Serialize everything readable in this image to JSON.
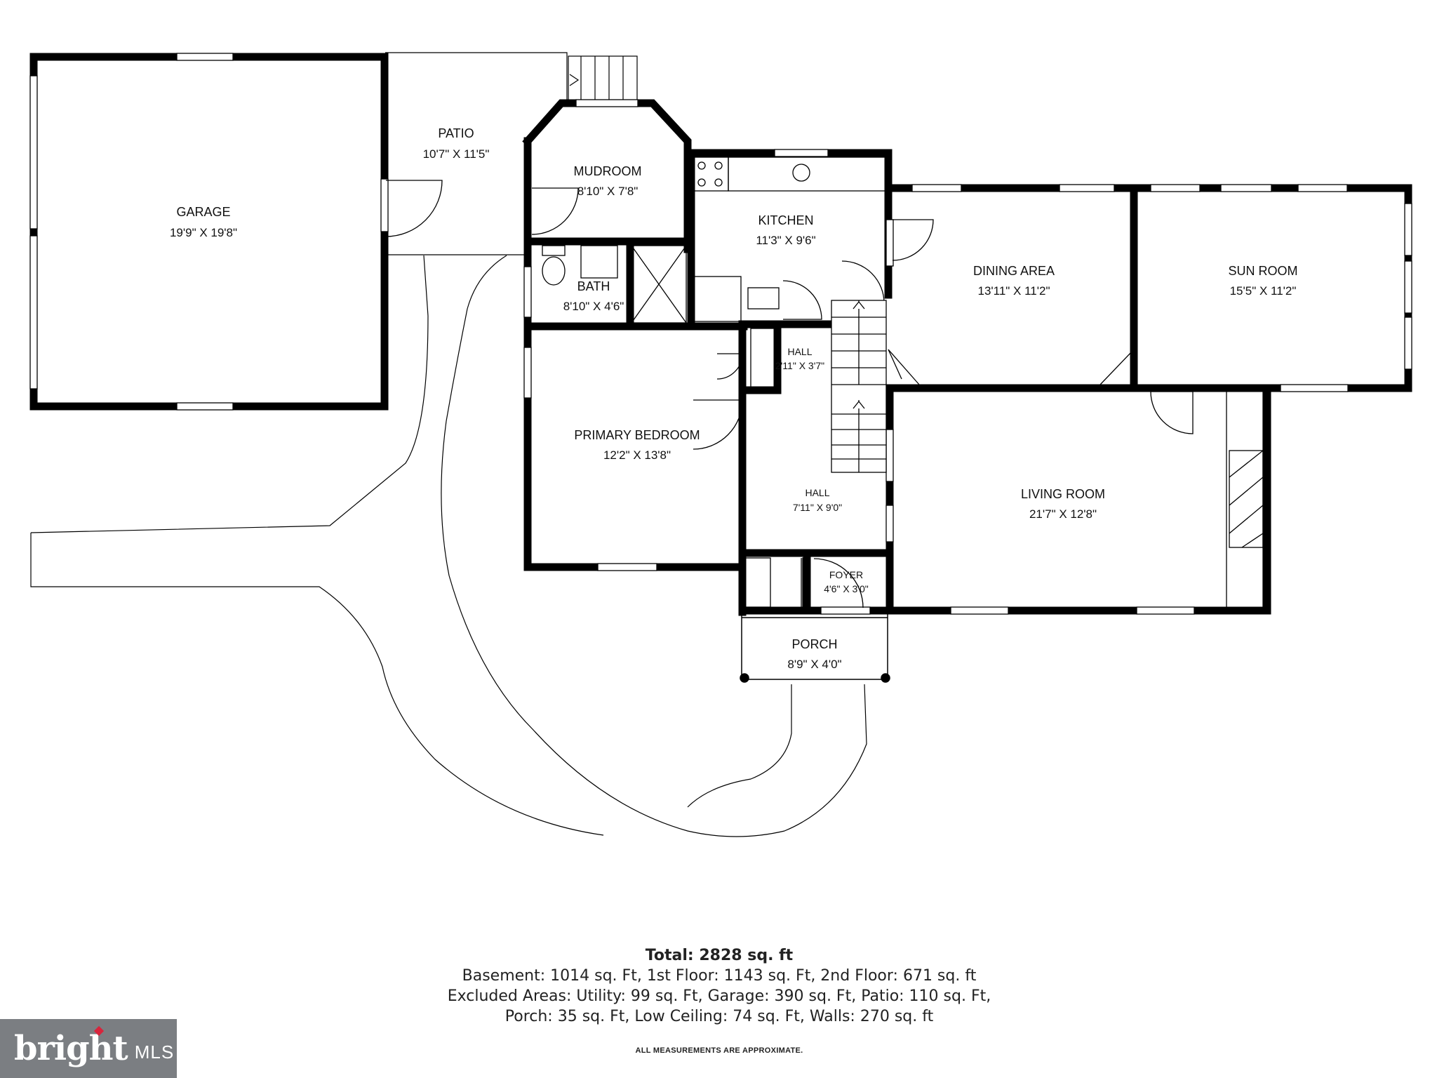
{
  "rooms": {
    "garage": {
      "name": "GARAGE",
      "dims": "19'9\" X 19'8\""
    },
    "patio": {
      "name": "PATIO",
      "dims": "10'7\" X 11'5\""
    },
    "mudroom": {
      "name": "MUDROOM",
      "dims": "8'10\" X 7'8\""
    },
    "kitchen": {
      "name": "KITCHEN",
      "dims": "11'3\" X 9'6\""
    },
    "dining": {
      "name": "DINING AREA",
      "dims": "13'11\" X 11'2\""
    },
    "sunroom": {
      "name": "SUN ROOM",
      "dims": "15'5\" X 11'2\""
    },
    "bath": {
      "name": "BATH",
      "dims": "8'10\" X 4'6\""
    },
    "hall_small": {
      "name": "HALL",
      "dims": "2'11\" X 3'7\""
    },
    "primary": {
      "name": "PRIMARY BEDROOM",
      "dims": "12'2\" X 13'8\""
    },
    "hall": {
      "name": "HALL",
      "dims": "7'11\" X 9'0\""
    },
    "living": {
      "name": "LIVING ROOM",
      "dims": "21'7\" X 12'8\""
    },
    "foyer": {
      "name": "FOYER",
      "dims": "4'6\" X 3'0\""
    },
    "porch": {
      "name": "PORCH",
      "dims": "8'9\" X 4'0\""
    }
  },
  "summary": {
    "total": "Total: 2828 sq. ft",
    "line1": "Basement: 1014 sq. Ft, 1st Floor: 1143 sq. Ft, 2nd Floor: 671 sq. ft",
    "line2": "Excluded Areas: Utility: 99 sq. Ft, Garage: 390 sq. Ft, Patio: 110 sq. Ft,",
    "line3": "Porch: 35 sq. Ft, Low Ceiling: 74 sq. Ft, Walls: 270 sq. ft",
    "note": "ALL MEASUREMENTS ARE APPROXIMATE."
  },
  "logo": {
    "word": "bright",
    "suffix": "MLS"
  },
  "colors": {
    "wall": "#000000",
    "window": "#ffffff",
    "background": "#ffffff",
    "logo_bg": "#7b7e82",
    "logo_accent": "#d8243c"
  }
}
